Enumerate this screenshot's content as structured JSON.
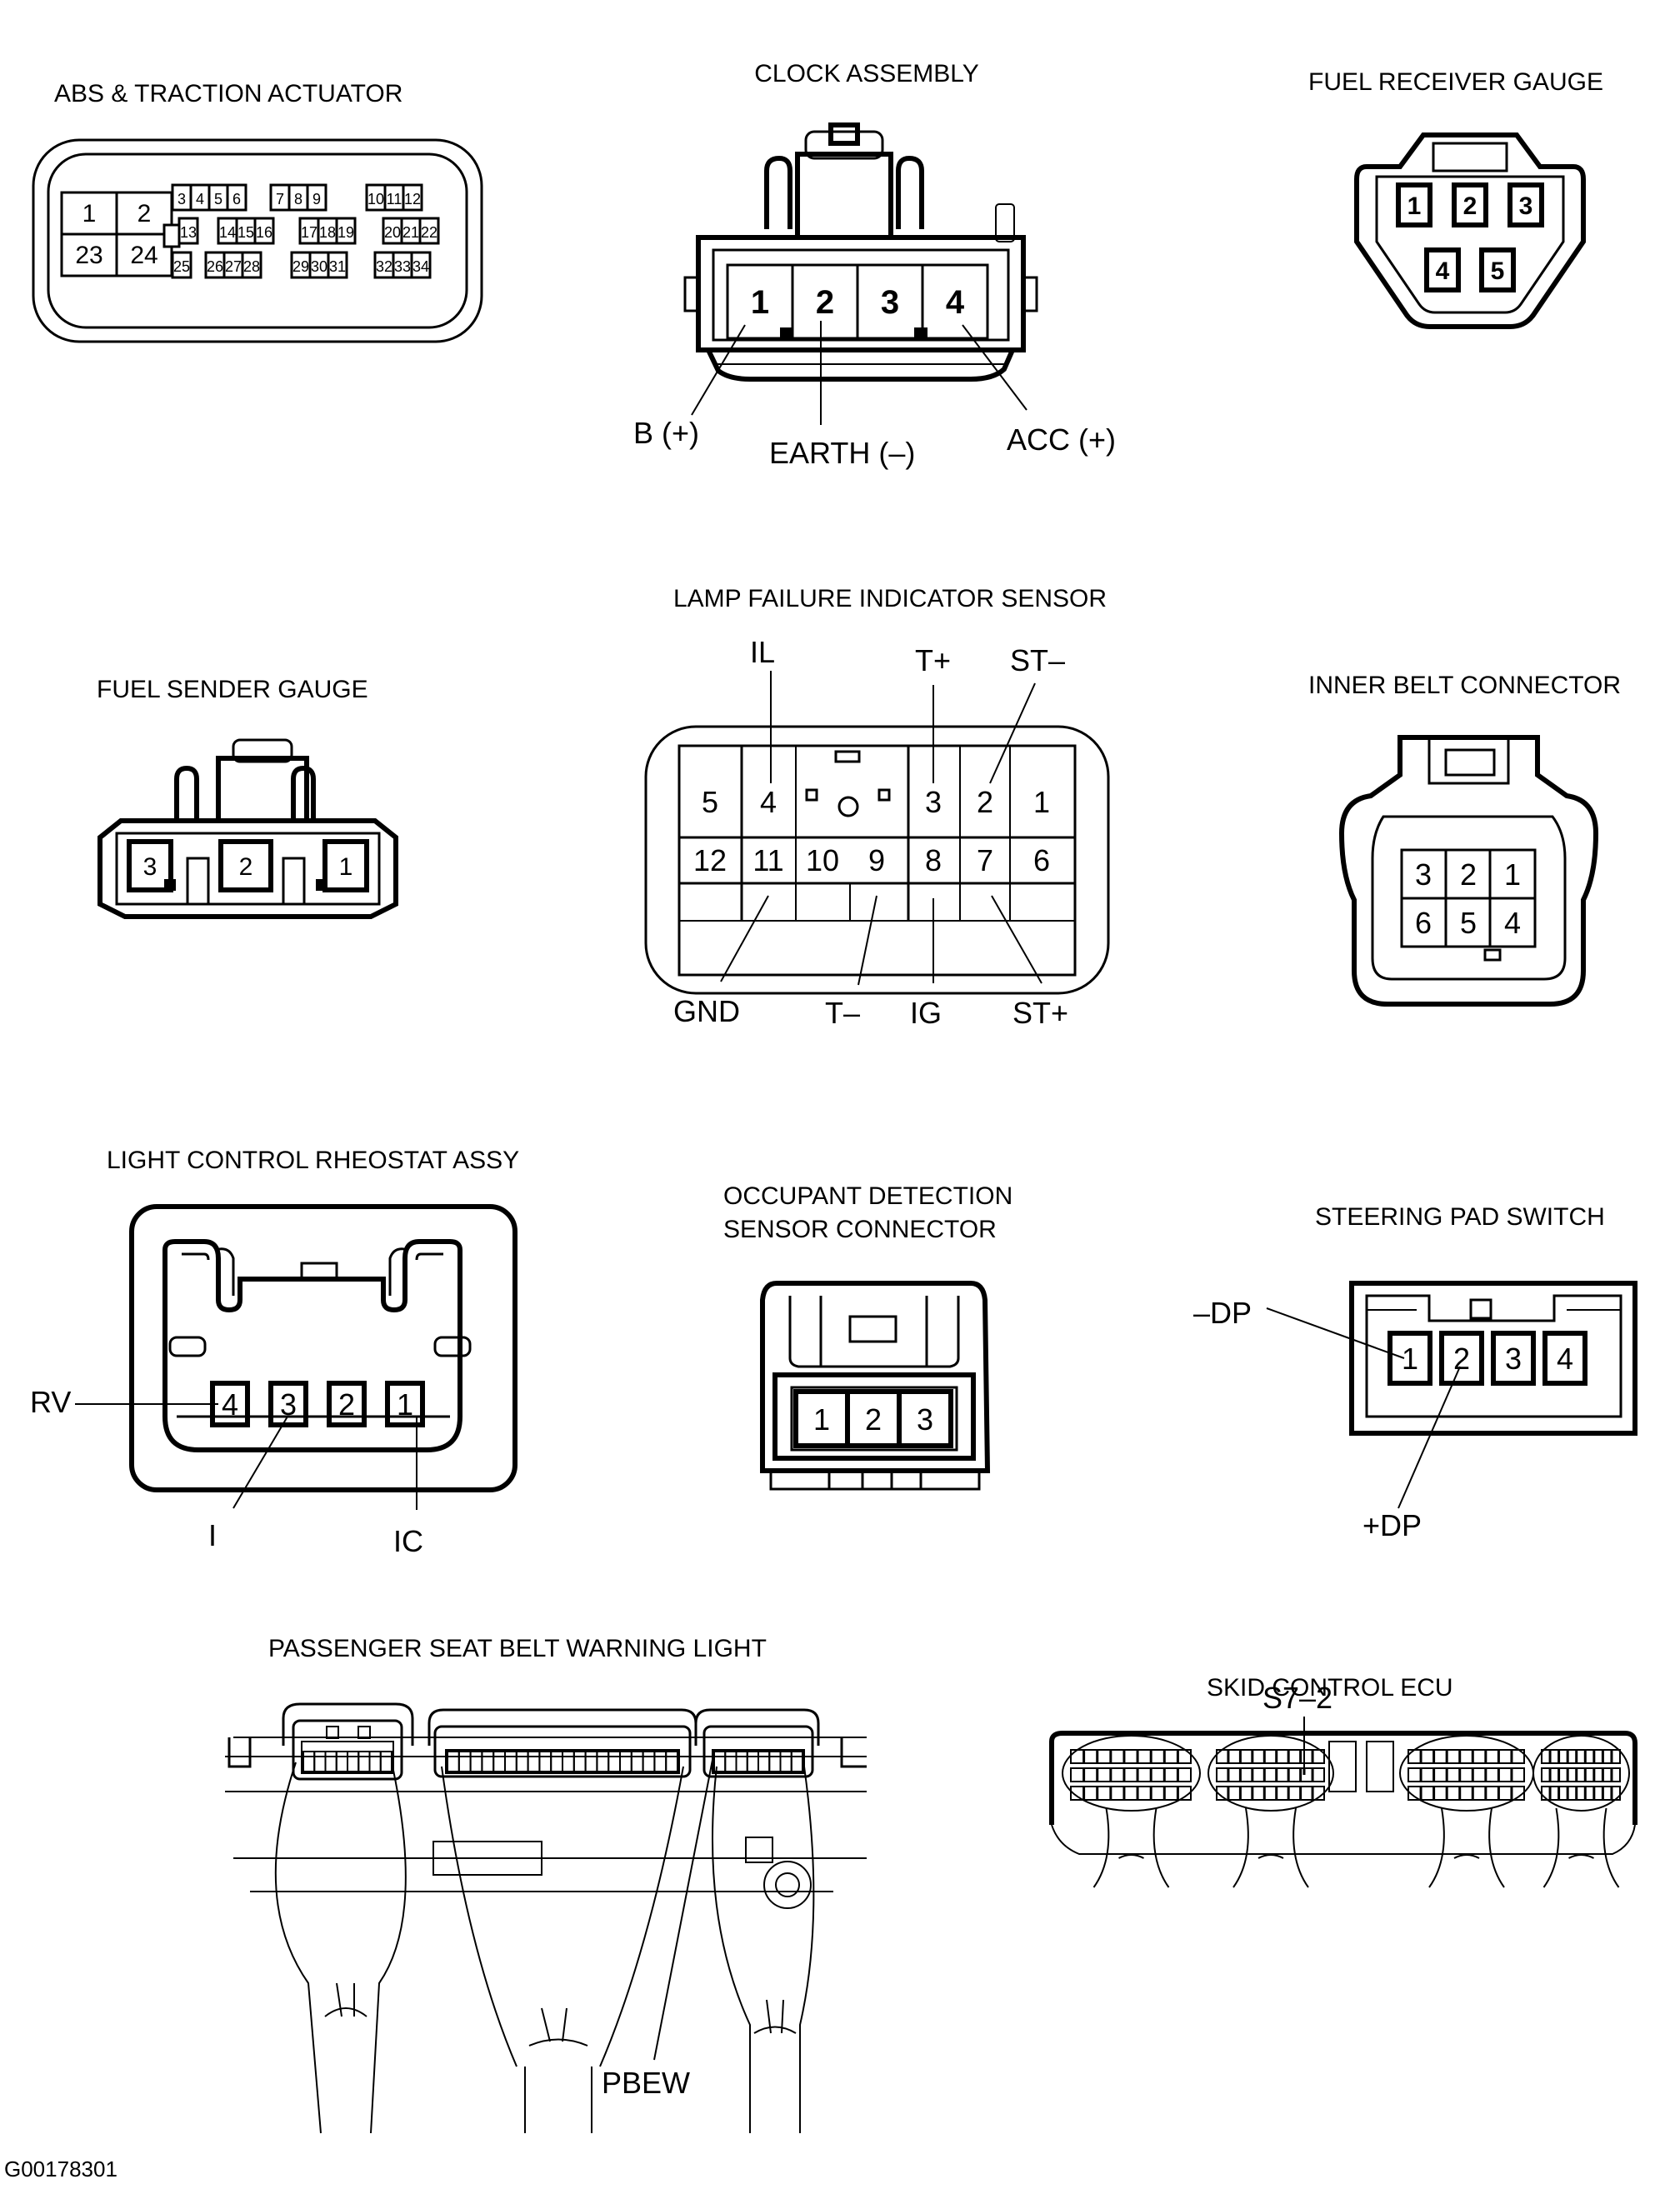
{
  "figure_id": "G00178301",
  "colors": {
    "ink": "#000000",
    "paper": "#ffffff"
  },
  "connectors": {
    "abs": {
      "title": "ABS & TRACTION ACTUATOR",
      "pins_large": [
        "1",
        "2",
        "23",
        "24"
      ],
      "pins_small": [
        "3",
        "4",
        "5",
        "6",
        "7",
        "8",
        "9",
        "10",
        "11",
        "12",
        "13",
        "14",
        "15",
        "16",
        "17",
        "18",
        "19",
        "20",
        "21",
        "22",
        "25",
        "26",
        "27",
        "28",
        "29",
        "30",
        "31",
        "32",
        "33",
        "34"
      ]
    },
    "clock": {
      "title": "CLOCK ASSEMBLY",
      "pins": [
        "1",
        "2",
        "3",
        "4"
      ],
      "signals": {
        "b_plus": "B (+)",
        "earth": "EARTH (–)",
        "acc": "ACC (+)"
      }
    },
    "fuel_receiver": {
      "title": "FUEL RECEIVER GAUGE",
      "pins": [
        "1",
        "2",
        "3",
        "4",
        "5"
      ]
    },
    "fuel_sender": {
      "title": "FUEL SENDER GAUGE",
      "pins": [
        "3",
        "2",
        "1"
      ]
    },
    "lamp_failure": {
      "title": "LAMP FAILURE INDICATOR SENSOR",
      "top_pins": [
        "5",
        "4",
        "3",
        "2",
        "1"
      ],
      "bottom_pins": [
        "12",
        "11",
        "10",
        "9",
        "8",
        "7",
        "6"
      ],
      "signals": {
        "il": "IL",
        "t_plus": "T+",
        "st_minus": "ST–",
        "gnd": "GND",
        "t_minus": "T–",
        "ig": "IG",
        "st_plus": "ST+"
      }
    },
    "inner_belt": {
      "title": "INNER BELT CONNECTOR",
      "pins": [
        "3",
        "2",
        "1",
        "6",
        "5",
        "4"
      ]
    },
    "rheostat": {
      "title": "LIGHT CONTROL RHEOSTAT ASSY",
      "pins": [
        "4",
        "3",
        "2",
        "1"
      ],
      "signals": {
        "rv": "RV",
        "i": "I",
        "ic": "IC"
      }
    },
    "occupant": {
      "title_line1": "OCCUPANT DETECTION",
      "title_line2": "SENSOR CONNECTOR",
      "pins": [
        "1",
        "2",
        "3"
      ]
    },
    "steering": {
      "title": "STEERING PAD SWITCH",
      "pins": [
        "1",
        "2",
        "3",
        "4"
      ],
      "signals": {
        "minus_dp": "–DP",
        "plus_dp": "+DP"
      }
    },
    "pbew": {
      "title": "PASSENGER SEAT BELT WARNING LIGHT",
      "signal": "PBEW"
    },
    "skid": {
      "title": "SKID CONTROL ECU",
      "signal": "S7–2"
    }
  }
}
